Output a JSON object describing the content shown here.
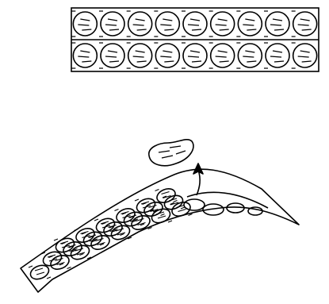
{
  "figure": {
    "panels": [
      {
        "id": "top",
        "name": "flat-layer-grid",
        "rows": 2,
        "cols": 9
      },
      {
        "id": "bottom",
        "name": "bent-layer",
        "rows": 3,
        "cols": 9,
        "released_particle_count": 1
      }
    ],
    "colors": {
      "ink": "#000000",
      "background": "#ffffff"
    }
  }
}
